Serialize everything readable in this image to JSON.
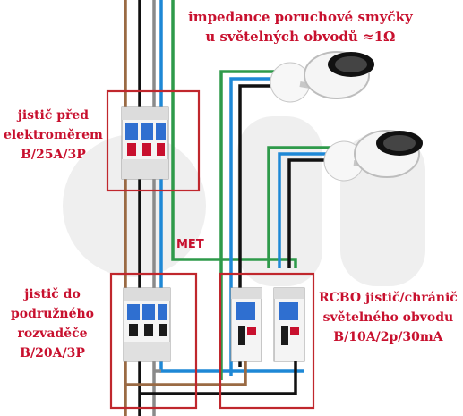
{
  "labels": {
    "title": [
      "impedance poruchové smyčky",
      "u světelných obvodů ≈1Ω"
    ],
    "main_breaker": [
      "jistič před",
      "elektroměrem",
      "B/25A/3P"
    ],
    "sub_breaker": [
      "jistič do",
      "podružného",
      "rozvaděče",
      "B/20A/3P"
    ],
    "met": "MET",
    "rcbo": [
      "RCBO jistič/chránič",
      "světelného obvodu",
      "B/10A/2p/30mA"
    ]
  },
  "colors": {
    "label_red": "#c8102e",
    "box_red": "#c0272d",
    "wire_brown": "#9a6a44",
    "wire_black": "#111111",
    "wire_grey": "#8a8a8a",
    "wire_green": "#2e9a4a",
    "wire_blue": "#1e88d6",
    "watermark": "#eeeeee"
  },
  "icons": [
    "three-pole-breaker-icon",
    "rcbo-breaker-icon",
    "wall-spotlight-icon"
  ]
}
